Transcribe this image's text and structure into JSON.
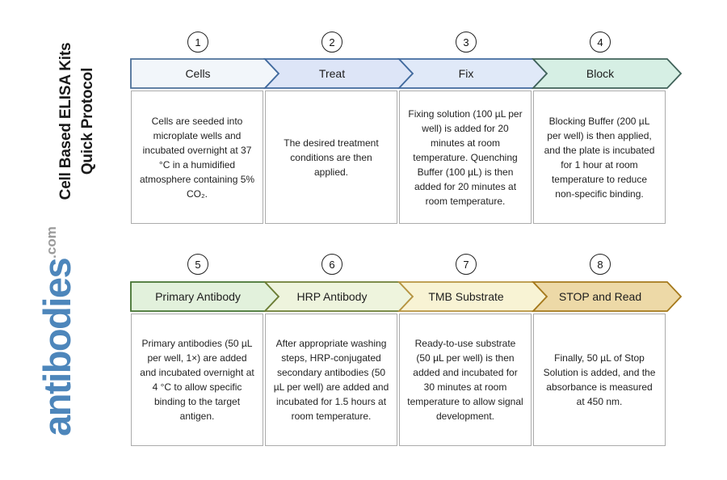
{
  "sidebar": {
    "title_line1": "Cell Based ELISA Kits",
    "title_line2": "Quick Protocol",
    "logo_text": "antibodies",
    "logo_suffix": ".com"
  },
  "colors": {
    "logo_blue": "#4d86bb",
    "logo_suffix_gray": "#9a9a9a",
    "title_black": "#1a1a1a",
    "box_border_gray": "#ababab",
    "body_text": "#1f1f1f"
  },
  "rows": [
    {
      "steps": [
        {
          "number": "1",
          "label": "Cells",
          "description": "Cells are seeded into microplate wells and incubated overnight at 37 °C in a humidified atmosphere containing 5% CO₂.",
          "fill": "#f2f6fa",
          "border": "#4d7199"
        },
        {
          "number": "2",
          "label": "Treat",
          "description": "The desired treatment conditions are then applied.",
          "fill": "#dde5f7",
          "border": "#416a9e"
        },
        {
          "number": "3",
          "label": "Fix",
          "description": "Fixing solution (100 µL per well) is added for 20 minutes at room temperature. Quenching Buffer (100 µL) is then added for 20 minutes at room temperature.",
          "fill": "#e0e9f8",
          "border": "#416a9e"
        },
        {
          "number": "4",
          "label": "Block",
          "description": "Blocking Buffer (200 µL per well) is then applied, and the plate is incubated for 1 hour at room temperature to reduce non-specific binding.",
          "fill": "#d6efe4",
          "border": "#41635a"
        }
      ]
    },
    {
      "steps": [
        {
          "number": "5",
          "label": "Primary Antibody",
          "description": "Primary antibodies (50 µL per well, 1×) are added and incubated overnight at 4 °C to allow specific binding to the target antigen.",
          "fill": "#e2f1dc",
          "border": "#447331"
        },
        {
          "number": "6",
          "label": "HRP Antibody",
          "description": "After appropriate washing steps, HRP-conjugated secondary antibodies (50 µL per well) are added and incubated for 1.5 hours at room temperature.",
          "fill": "#eef4dd",
          "border": "#6c7d34"
        },
        {
          "number": "7",
          "label": "TMB Substrate",
          "description": "Ready-to-use substrate (50 µL per well) is then added and incubated for 30 minutes at room temperature to allow signal development.",
          "fill": "#f8f3d4",
          "border": "#b79440"
        },
        {
          "number": "8",
          "label": "STOP and Read",
          "description": "Finally, 50 µL of Stop Solution is added, and the absorbance is measured at 450 nm.",
          "fill": "#edd9a7",
          "border": "#a5791c"
        }
      ]
    }
  ]
}
